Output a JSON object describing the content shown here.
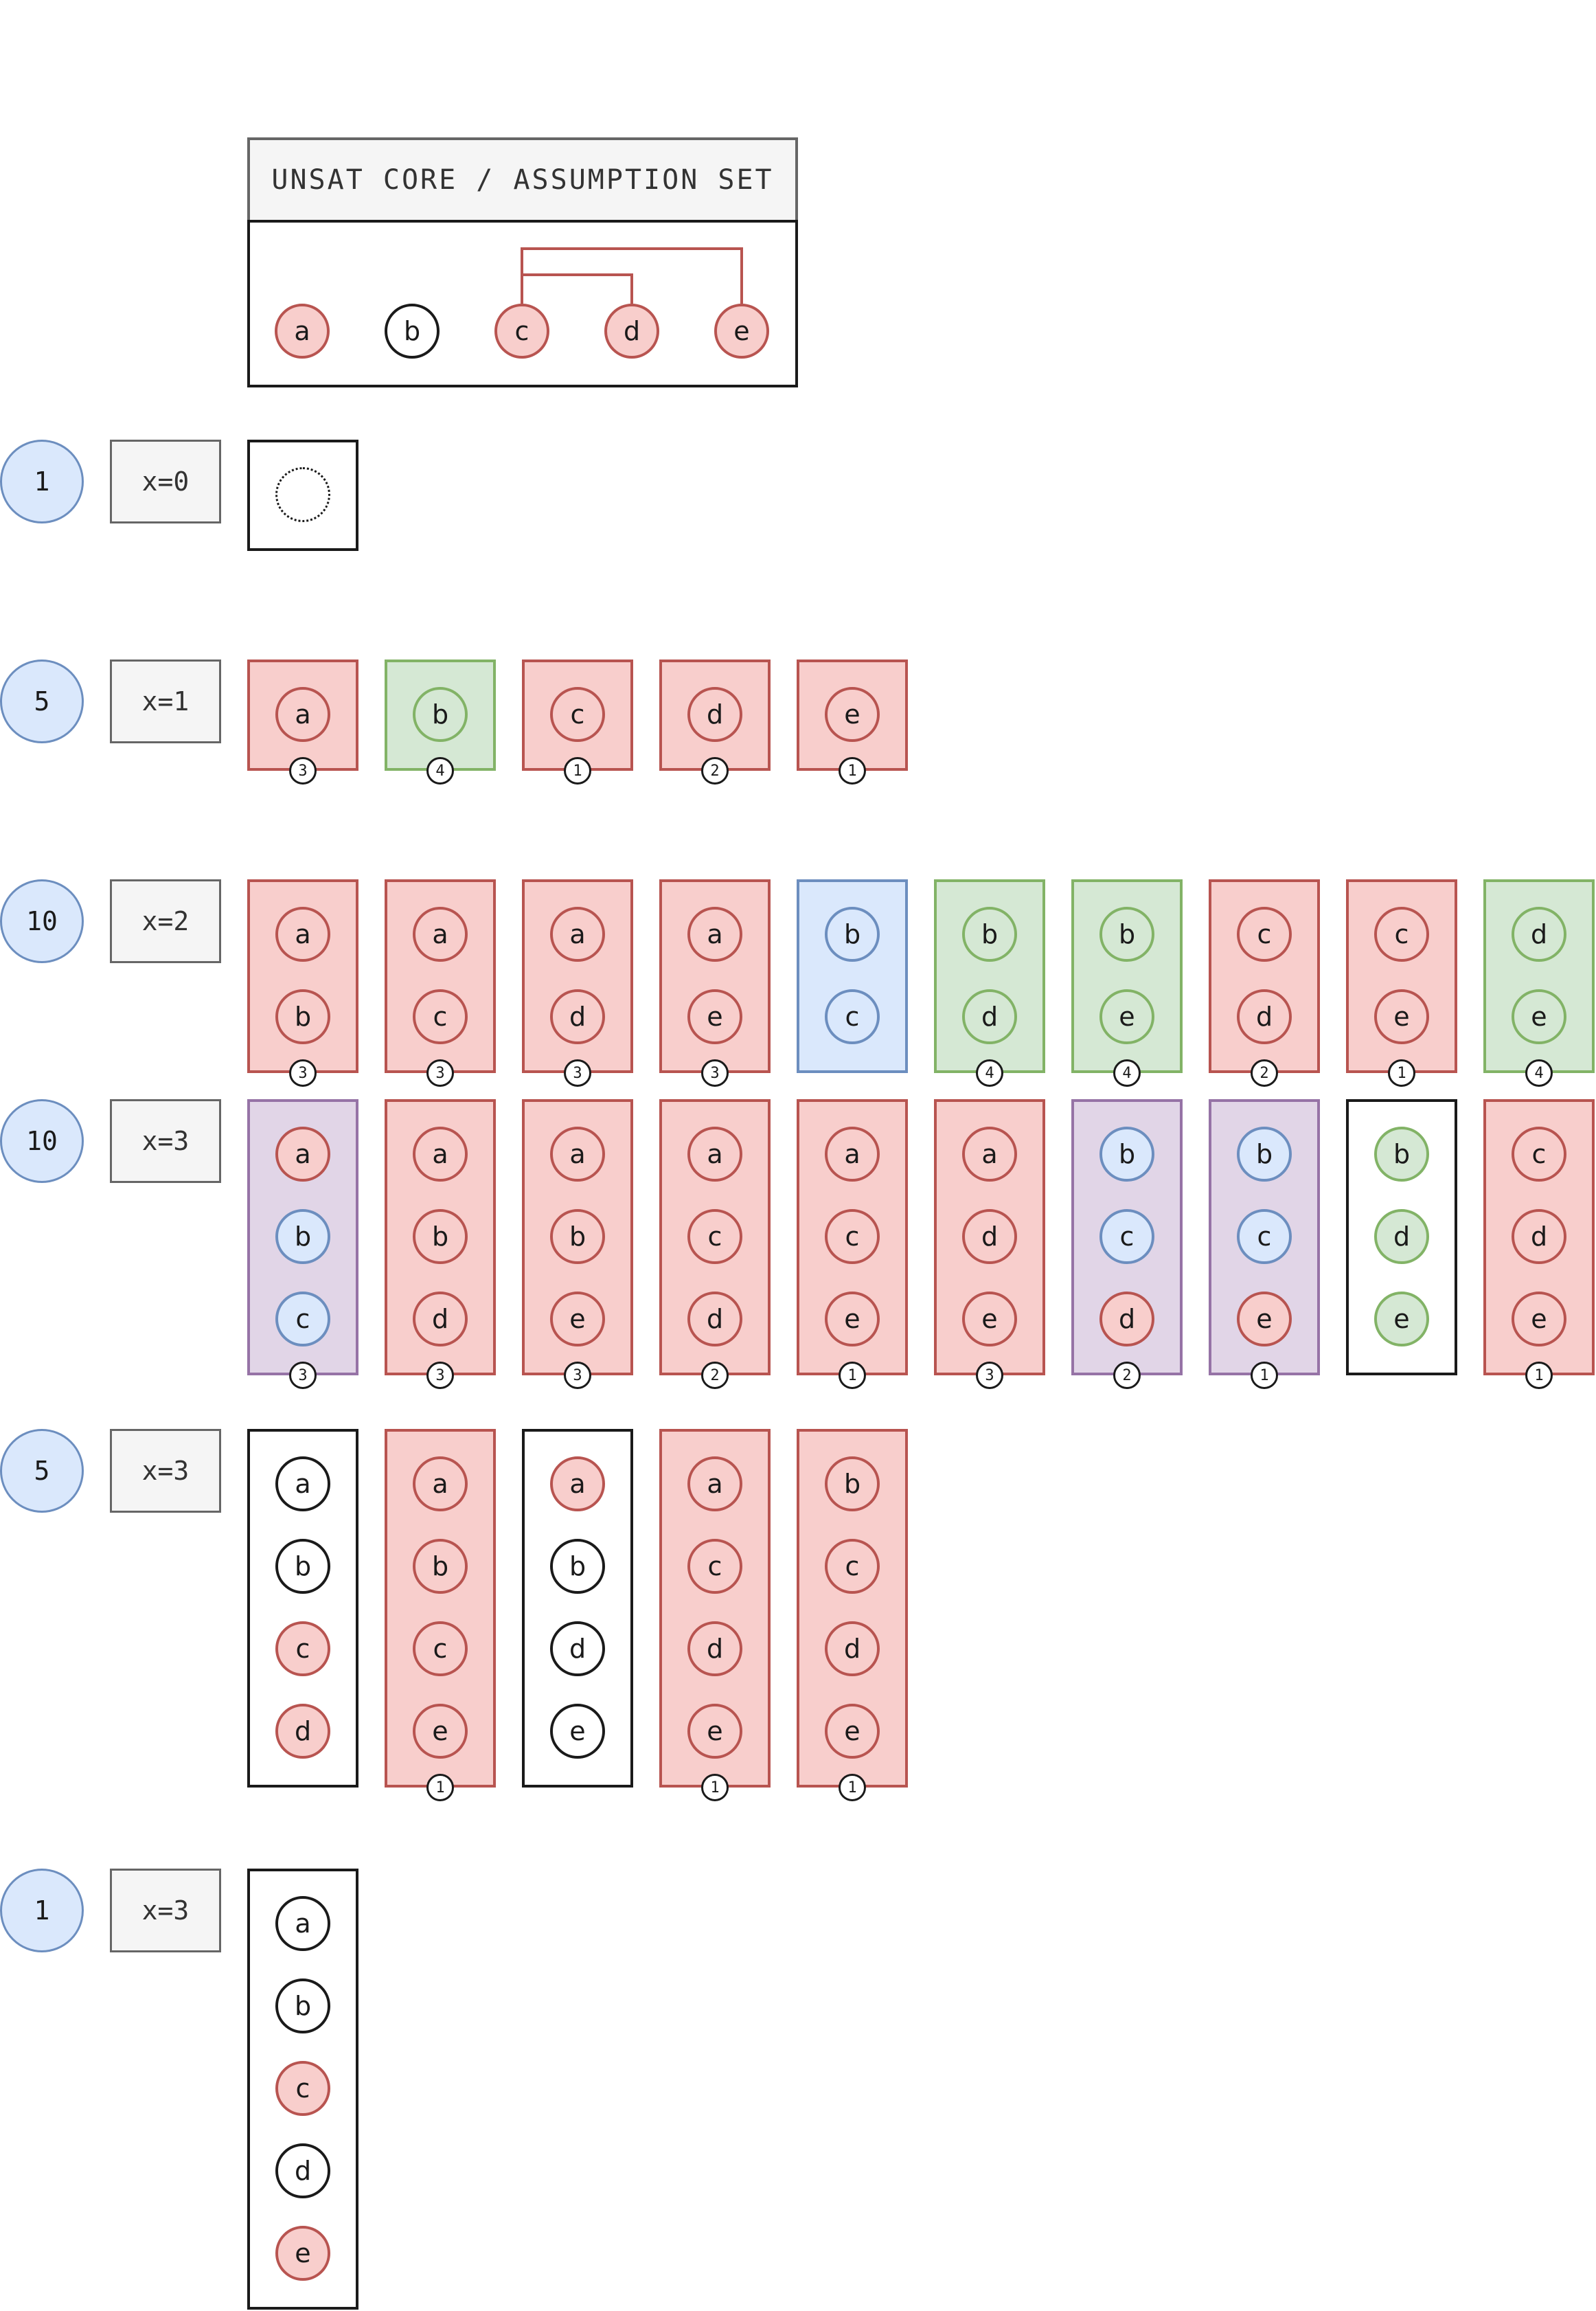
{
  "header": {
    "title": "UNSAT CORE / ASSUMPTION SET",
    "nodes": [
      {
        "label": "a",
        "color": "red"
      },
      {
        "label": "b",
        "color": "white"
      },
      {
        "label": "c",
        "color": "red"
      },
      {
        "label": "d",
        "color": "red"
      },
      {
        "label": "e",
        "color": "red"
      }
    ],
    "links": [
      [
        "c",
        "d"
      ],
      [
        "c",
        "e"
      ]
    ]
  },
  "colors": {
    "red_fill": "#f8cecc",
    "red_stroke": "#b85450",
    "green_fill": "#d5e8d4",
    "green_stroke": "#82b366",
    "blue_fill": "#dae8fc",
    "blue_stroke": "#6c8ebf",
    "purple_fill": "#e1d5e7",
    "purple_stroke": "#9673a6",
    "label_fill": "#f5f5f5",
    "label_stroke": "#666666"
  },
  "rows": [
    {
      "count": "1",
      "label": "x=0",
      "sets": [
        {
          "color": "white",
          "empty": true,
          "badge": null,
          "items": []
        }
      ]
    },
    {
      "count": "5",
      "label": "x=1",
      "sets": [
        {
          "color": "red",
          "badge": "3",
          "items": [
            {
              "l": "a",
              "c": "red"
            }
          ]
        },
        {
          "color": "green",
          "badge": "4",
          "items": [
            {
              "l": "b",
              "c": "green"
            }
          ]
        },
        {
          "color": "red",
          "badge": "1",
          "items": [
            {
              "l": "c",
              "c": "red"
            }
          ]
        },
        {
          "color": "red",
          "badge": "2",
          "items": [
            {
              "l": "d",
              "c": "red"
            }
          ]
        },
        {
          "color": "red",
          "badge": "1",
          "items": [
            {
              "l": "e",
              "c": "red"
            }
          ]
        }
      ]
    },
    {
      "count": "10",
      "label": "x=2",
      "sets": [
        {
          "color": "red",
          "badge": "3",
          "items": [
            {
              "l": "a",
              "c": "red"
            },
            {
              "l": "b",
              "c": "red"
            }
          ]
        },
        {
          "color": "red",
          "badge": "3",
          "items": [
            {
              "l": "a",
              "c": "red"
            },
            {
              "l": "c",
              "c": "red"
            }
          ]
        },
        {
          "color": "red",
          "badge": "3",
          "items": [
            {
              "l": "a",
              "c": "red"
            },
            {
              "l": "d",
              "c": "red"
            }
          ]
        },
        {
          "color": "red",
          "badge": "3",
          "items": [
            {
              "l": "a",
              "c": "red"
            },
            {
              "l": "e",
              "c": "red"
            }
          ]
        },
        {
          "color": "blue",
          "badge": null,
          "items": [
            {
              "l": "b",
              "c": "blue"
            },
            {
              "l": "c",
              "c": "blue"
            }
          ]
        },
        {
          "color": "green",
          "badge": "4",
          "items": [
            {
              "l": "b",
              "c": "green"
            },
            {
              "l": "d",
              "c": "green"
            }
          ]
        },
        {
          "color": "green",
          "badge": "4",
          "items": [
            {
              "l": "b",
              "c": "green"
            },
            {
              "l": "e",
              "c": "green"
            }
          ]
        },
        {
          "color": "red",
          "badge": "2",
          "items": [
            {
              "l": "c",
              "c": "red"
            },
            {
              "l": "d",
              "c": "red"
            }
          ]
        },
        {
          "color": "red",
          "badge": "1",
          "items": [
            {
              "l": "c",
              "c": "red"
            },
            {
              "l": "e",
              "c": "red"
            }
          ]
        },
        {
          "color": "green",
          "badge": "4",
          "items": [
            {
              "l": "d",
              "c": "green"
            },
            {
              "l": "e",
              "c": "green"
            }
          ]
        }
      ]
    },
    {
      "count": "10",
      "label": "x=3",
      "sets": [
        {
          "color": "purple",
          "badge": "3",
          "items": [
            {
              "l": "a",
              "c": "red"
            },
            {
              "l": "b",
              "c": "blue"
            },
            {
              "l": "c",
              "c": "blue"
            }
          ]
        },
        {
          "color": "red",
          "badge": "3",
          "items": [
            {
              "l": "a",
              "c": "red"
            },
            {
              "l": "b",
              "c": "red"
            },
            {
              "l": "d",
              "c": "red"
            }
          ]
        },
        {
          "color": "red",
          "badge": "3",
          "items": [
            {
              "l": "a",
              "c": "red"
            },
            {
              "l": "b",
              "c": "red"
            },
            {
              "l": "e",
              "c": "red"
            }
          ]
        },
        {
          "color": "red",
          "badge": "2",
          "items": [
            {
              "l": "a",
              "c": "red"
            },
            {
              "l": "c",
              "c": "red"
            },
            {
              "l": "d",
              "c": "red"
            }
          ]
        },
        {
          "color": "red",
          "badge": "1",
          "items": [
            {
              "l": "a",
              "c": "red"
            },
            {
              "l": "c",
              "c": "red"
            },
            {
              "l": "e",
              "c": "red"
            }
          ]
        },
        {
          "color": "red",
          "badge": "3",
          "items": [
            {
              "l": "a",
              "c": "red"
            },
            {
              "l": "d",
              "c": "red"
            },
            {
              "l": "e",
              "c": "red"
            }
          ]
        },
        {
          "color": "purple",
          "badge": "2",
          "items": [
            {
              "l": "b",
              "c": "blue"
            },
            {
              "l": "c",
              "c": "blue"
            },
            {
              "l": "d",
              "c": "red"
            }
          ]
        },
        {
          "color": "purple",
          "badge": "1",
          "items": [
            {
              "l": "b",
              "c": "blue"
            },
            {
              "l": "c",
              "c": "blue"
            },
            {
              "l": "e",
              "c": "red"
            }
          ]
        },
        {
          "color": "white",
          "badge": null,
          "items": [
            {
              "l": "b",
              "c": "green"
            },
            {
              "l": "d",
              "c": "green"
            },
            {
              "l": "e",
              "c": "green"
            }
          ]
        },
        {
          "color": "red",
          "badge": "1",
          "items": [
            {
              "l": "c",
              "c": "red"
            },
            {
              "l": "d",
              "c": "red"
            },
            {
              "l": "e",
              "c": "red"
            }
          ]
        }
      ]
    },
    {
      "count": "5",
      "label": "x=3",
      "sets": [
        {
          "color": "white",
          "badge": null,
          "items": [
            {
              "l": "a",
              "c": "white"
            },
            {
              "l": "b",
              "c": "white"
            },
            {
              "l": "c",
              "c": "red"
            },
            {
              "l": "d",
              "c": "red"
            }
          ]
        },
        {
          "color": "red",
          "badge": "1",
          "items": [
            {
              "l": "a",
              "c": "red"
            },
            {
              "l": "b",
              "c": "red"
            },
            {
              "l": "c",
              "c": "red"
            },
            {
              "l": "e",
              "c": "red"
            }
          ]
        },
        {
          "color": "white",
          "badge": null,
          "items": [
            {
              "l": "a",
              "c": "red"
            },
            {
              "l": "b",
              "c": "white"
            },
            {
              "l": "d",
              "c": "white"
            },
            {
              "l": "e",
              "c": "white"
            }
          ]
        },
        {
          "color": "red",
          "badge": "1",
          "items": [
            {
              "l": "a",
              "c": "red"
            },
            {
              "l": "c",
              "c": "red"
            },
            {
              "l": "d",
              "c": "red"
            },
            {
              "l": "e",
              "c": "red"
            }
          ]
        },
        {
          "color": "red",
          "badge": "1",
          "items": [
            {
              "l": "b",
              "c": "red"
            },
            {
              "l": "c",
              "c": "red"
            },
            {
              "l": "d",
              "c": "red"
            },
            {
              "l": "e",
              "c": "red"
            }
          ]
        }
      ]
    },
    {
      "count": "1",
      "label": "x=3",
      "sets": [
        {
          "color": "white",
          "badge": null,
          "items": [
            {
              "l": "a",
              "c": "white"
            },
            {
              "l": "b",
              "c": "white"
            },
            {
              "l": "c",
              "c": "red"
            },
            {
              "l": "d",
              "c": "white"
            },
            {
              "l": "e",
              "c": "red"
            }
          ]
        }
      ]
    }
  ]
}
